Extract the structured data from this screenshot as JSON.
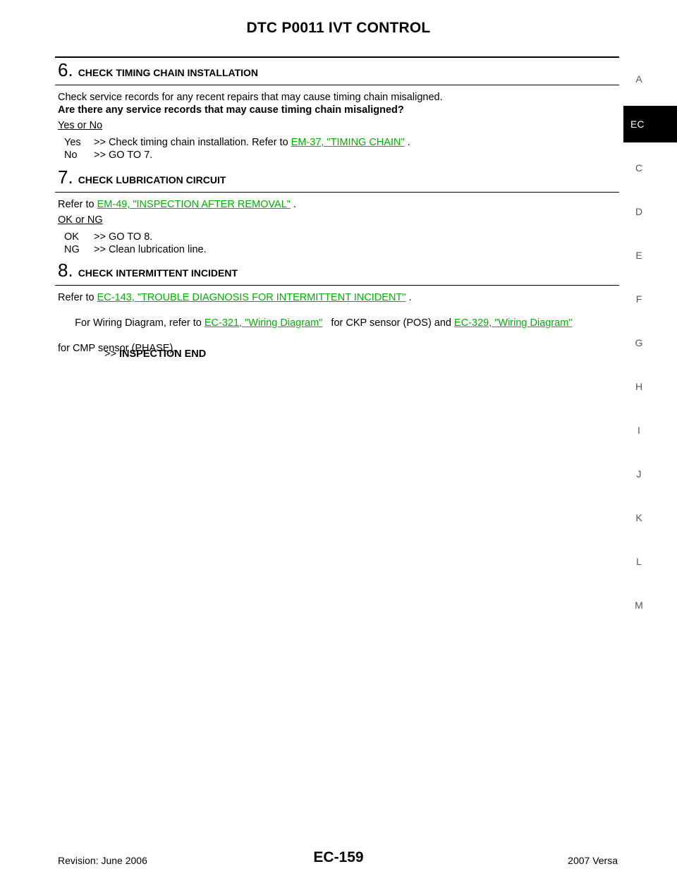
{
  "header": {
    "title": "DTC P0011 IVT CONTROL"
  },
  "steps": [
    {
      "number": "6.",
      "title": "CHECK TIMING CHAIN INSTALLATION",
      "text": "Check service records for any recent repairs that may cause timing chain misaligned.",
      "question": "Are there any service records that may cause timing chain misaligned?",
      "choice_label": "Yes or No",
      "answers": [
        {
          "key": "Yes",
          "pre": ">> Check timing chain installation. Refer to ",
          "link": "EM-37, \"TIMING CHAIN\"",
          "post": " ."
        },
        {
          "key": "No",
          "pre": ">> GO TO 7."
        }
      ]
    },
    {
      "number": "7.",
      "title": "CHECK LUBRICATION CIRCUIT",
      "pre": "Refer to ",
      "link": "EM-49, \"INSPECTION AFTER REMOVAL\"",
      "post": " .",
      "choice_label": "OK or NG",
      "answers": [
        {
          "key": "OK",
          "pre": ">> GO TO 8."
        },
        {
          "key": "NG",
          "pre": ">> Clean lubrication line."
        }
      ]
    },
    {
      "number": "8.",
      "title": "CHECK INTERMITTENT INCIDENT",
      "line1_pre": "Refer to ",
      "line1_link": "EC-143, \"TROUBLE DIAGNOSIS FOR INTERMITTENT INCIDENT\"",
      "line1_post": " .",
      "line2_pre": "For Wiring Diagram, refer to ",
      "line2_link1": "EC-321, \"Wiring Diagram\"",
      "line2_mid": "   for CKP sensor (POS) and ",
      "line2_link2": "EC-329, \"Wiring Diagram\"",
      "line3": "for CMP sensor (PHASE).",
      "end_prefix": ">> ",
      "end_label": "INSPECTION END"
    }
  ],
  "side_tabs": {
    "letters": [
      "A",
      "C",
      "D",
      "E",
      "F",
      "G",
      "H",
      "I",
      "J",
      "K",
      "L",
      "M"
    ],
    "active": "EC"
  },
  "footer": {
    "revision": "Revision: June 2006",
    "page": "EC-159",
    "model": "2007 Versa"
  }
}
